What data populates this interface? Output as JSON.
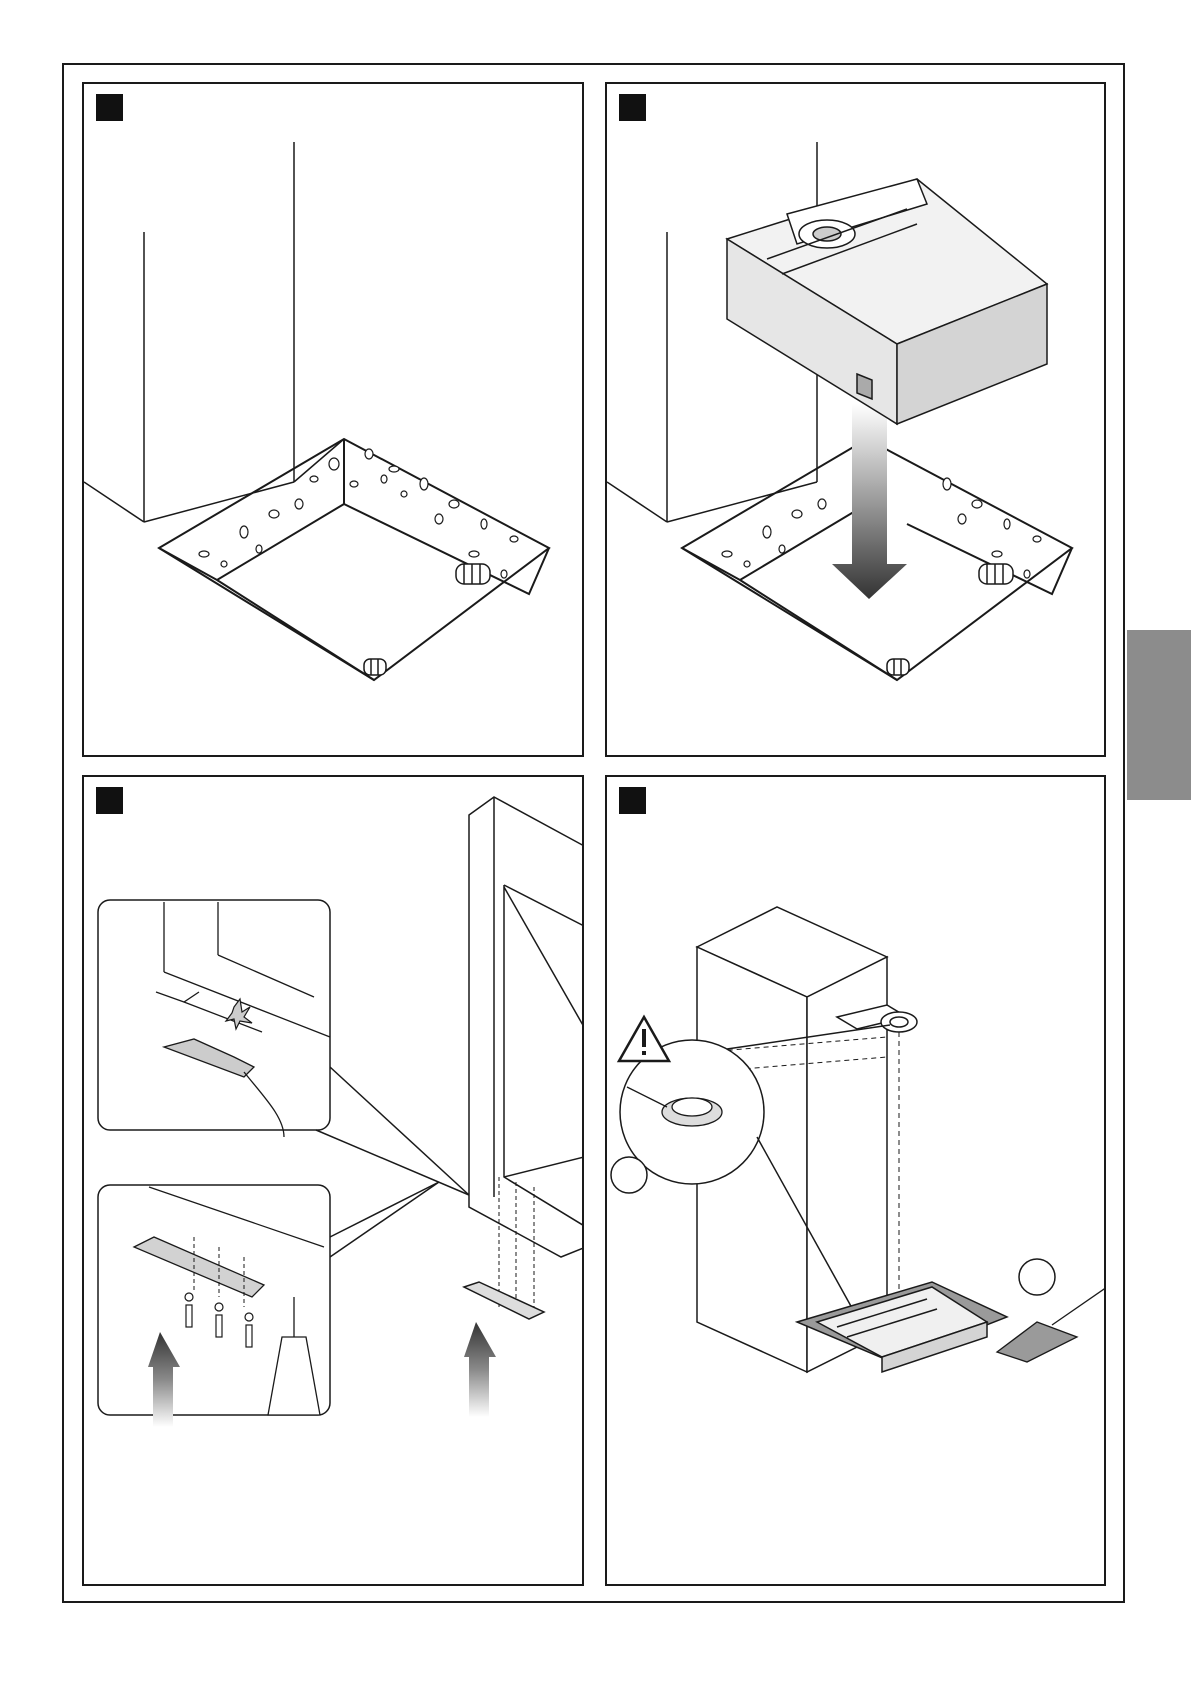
{
  "page": {
    "panels": [
      {
        "id": "panel-1",
        "marker_color": "#111111",
        "scene": "excavation-pit"
      },
      {
        "id": "panel-2",
        "marker_color": "#111111",
        "scene": "foundation-box-lowered"
      },
      {
        "id": "panel-3",
        "marker_color": "#111111",
        "scene": "drill-and-fit-bracket"
      },
      {
        "id": "panel-4",
        "marker_color": "#111111",
        "scene": "align-and-cement"
      }
    ],
    "side_tab": {
      "color": "#8c8c8c"
    },
    "icons": [
      "warning-triangle-icon",
      "down-arrow-icon",
      "up-arrow-icon",
      "drill-icon",
      "trowel-icon"
    ],
    "colors": {
      "line": "#1a1a1a",
      "shade": "#8c8c8c",
      "light_shade": "#d9d9d9"
    }
  }
}
